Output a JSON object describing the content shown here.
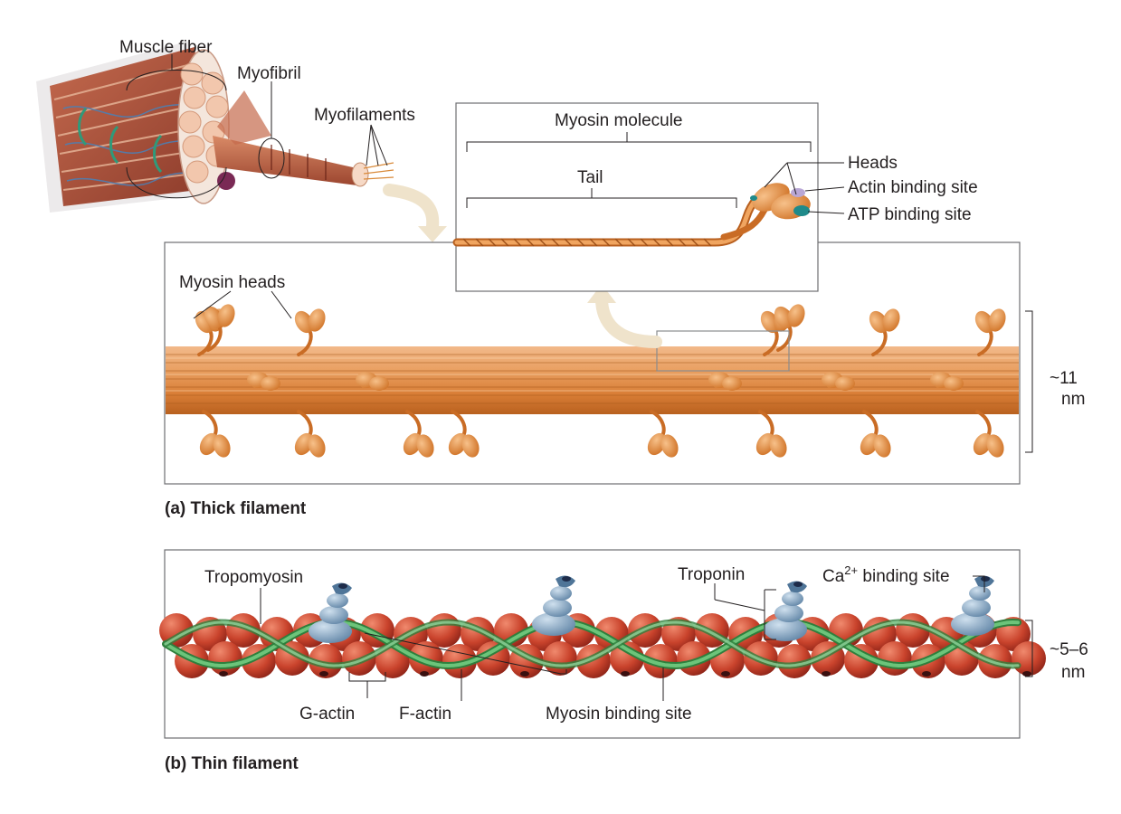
{
  "labels": {
    "muscle_fiber": "Muscle fiber",
    "myofibril": "Myofibril",
    "myofilaments": "Myofilaments",
    "myosin_molecule": "Myosin molecule",
    "tail": "Tail",
    "heads": "Heads",
    "actin_binding_site": "Actin binding site",
    "atp_binding_site": "ATP binding site",
    "myosin_heads": "Myosin heads",
    "thick_width_value": "~11",
    "thick_width_unit": "nm",
    "tropomyosin": "Tropomyosin",
    "troponin": "Troponin",
    "ca_prefix": "Ca",
    "ca_superscript": "2+",
    "ca_suffix": " binding site",
    "thin_width_value": "~5–6",
    "thin_width_unit": "nm",
    "g_actin": "G-actin",
    "f_actin": "F-actin",
    "myosin_binding_site": "Myosin binding site"
  },
  "captions": {
    "thick": "(a) Thick filament",
    "thin": "(b) Thin filament"
  },
  "colors": {
    "myosin": "#e08a3c",
    "myosin_dark": "#b85f1e",
    "actin": "#c8402c",
    "tropomyosin": "#3fa44f",
    "troponin": "#6f93b4",
    "atp_site": "#1f8a8a",
    "actin_site": "#b9a7d6"
  }
}
